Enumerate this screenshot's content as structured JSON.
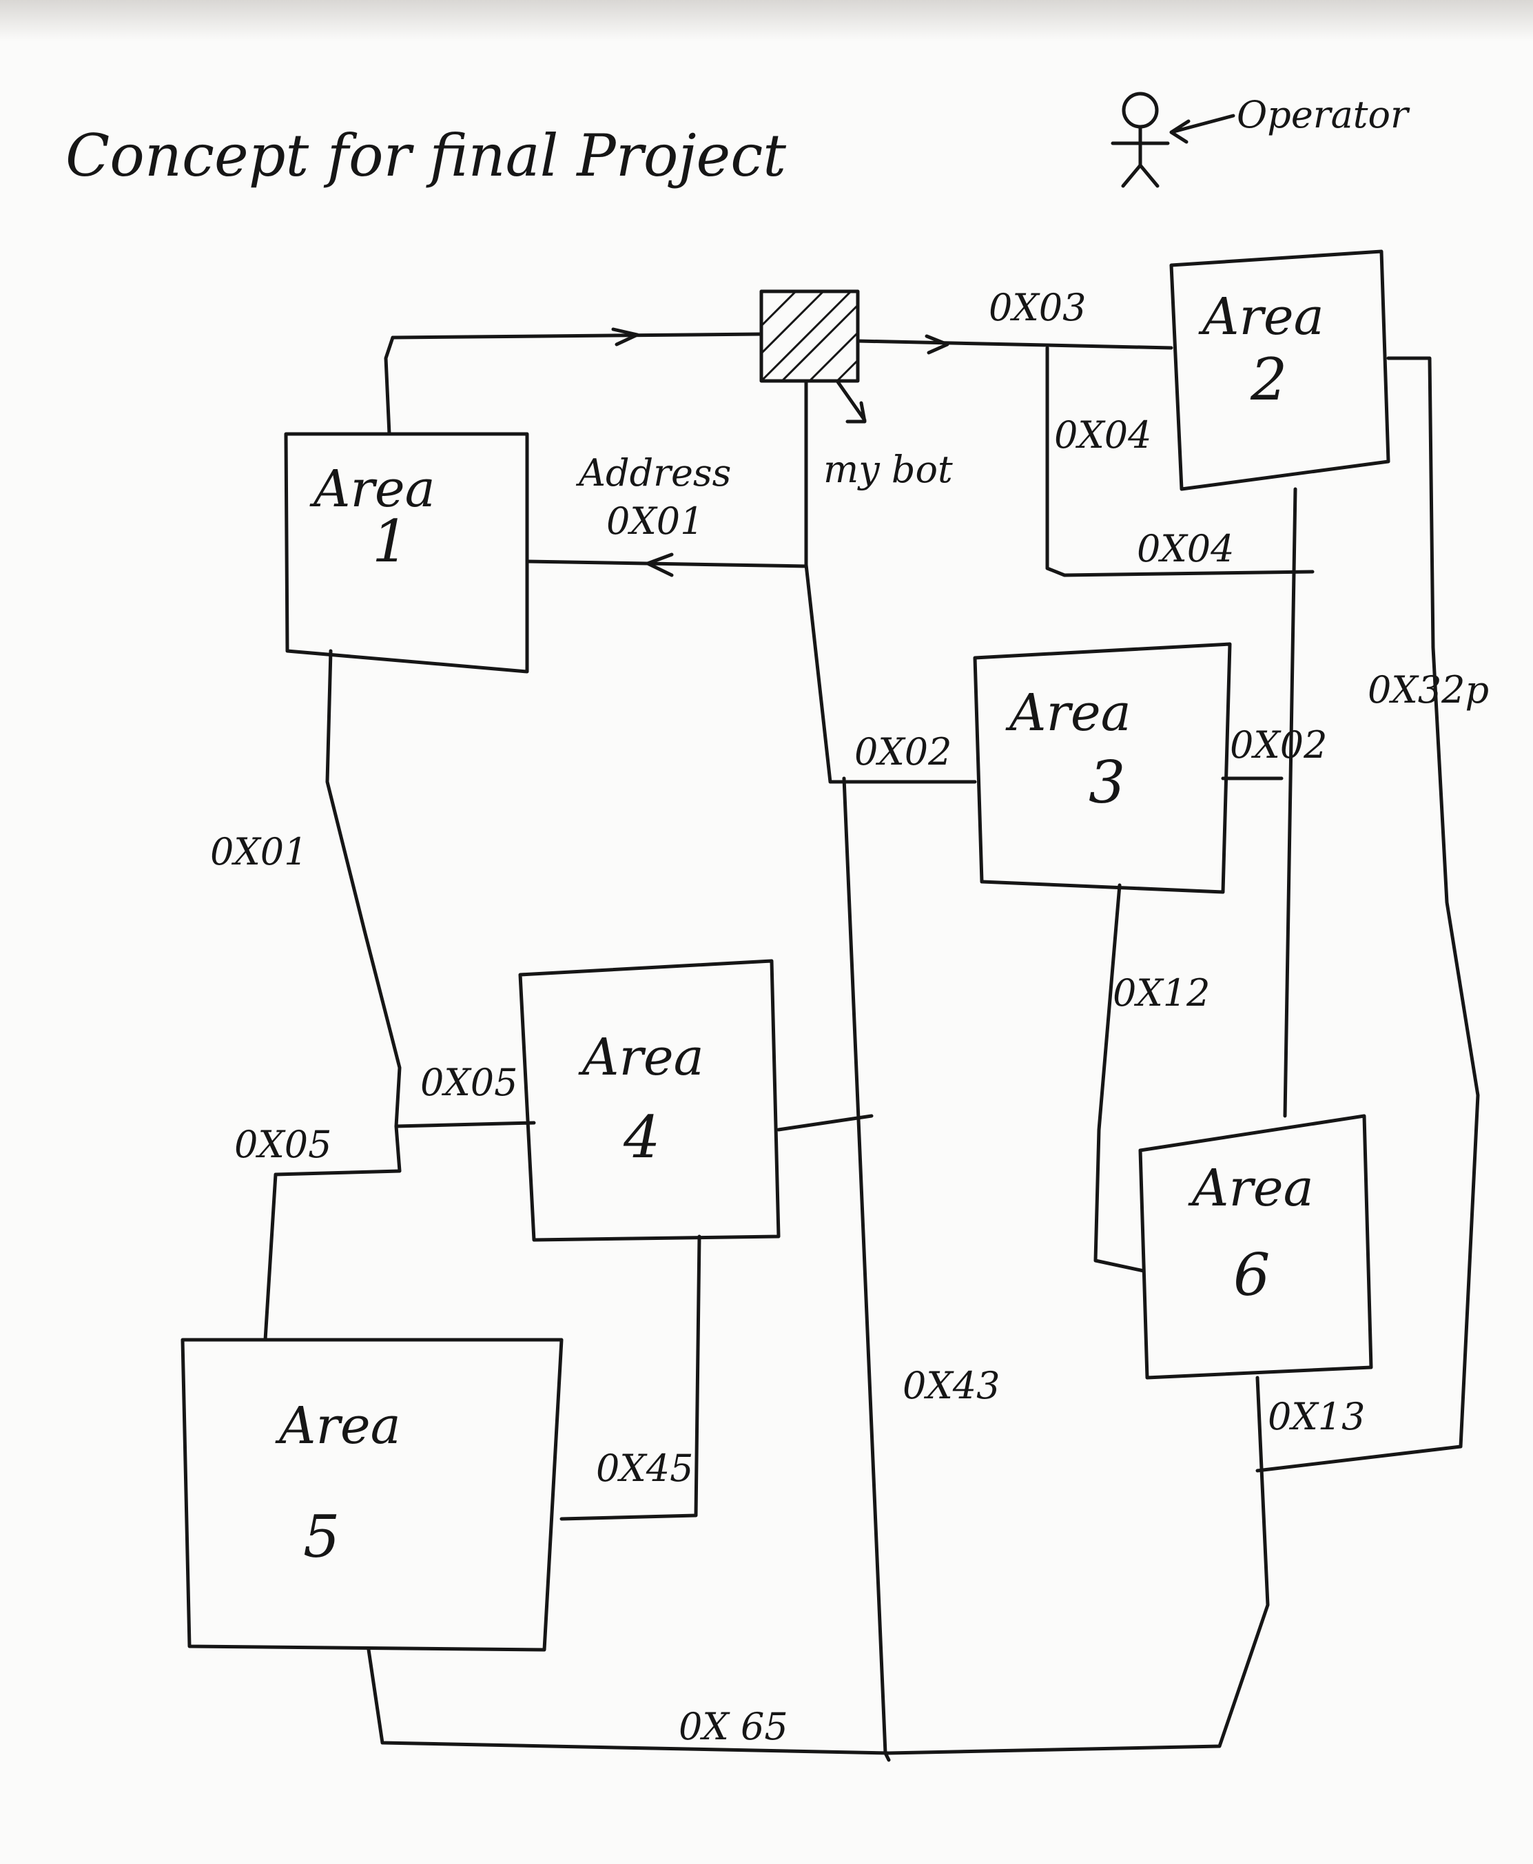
{
  "title": "Concept for final Project",
  "operator_label": "Operator",
  "bot_label": "my bot",
  "areas": [
    {
      "name": "Area",
      "number": "1"
    },
    {
      "name": "Area",
      "number": "2"
    },
    {
      "name": "Area",
      "number": "3"
    },
    {
      "name": "Area",
      "number": "4"
    },
    {
      "name": "Area",
      "number": "5"
    },
    {
      "name": "Area",
      "number": "6"
    }
  ],
  "address_caption": "Address",
  "links": {
    "bot_to_area1": "0X01",
    "bot_to_area2": "0X03",
    "area2_loop_vertical": "0X04",
    "area2_loop_bottom": "0X04",
    "bot_to_area3": "0X02",
    "area3_to_area2": "0X02",
    "area2_to_area6_outer": "0X32p",
    "area1_to_area4": "0X01",
    "area4_left_out": "0X05",
    "area4_left_in": "0X05",
    "area3_to_area6": "0X12",
    "area4_to_area5": "0X45",
    "area4_to_bottom": "0X43",
    "area6_bottom": "0X13",
    "area5_to_bottom": "0X 65"
  }
}
